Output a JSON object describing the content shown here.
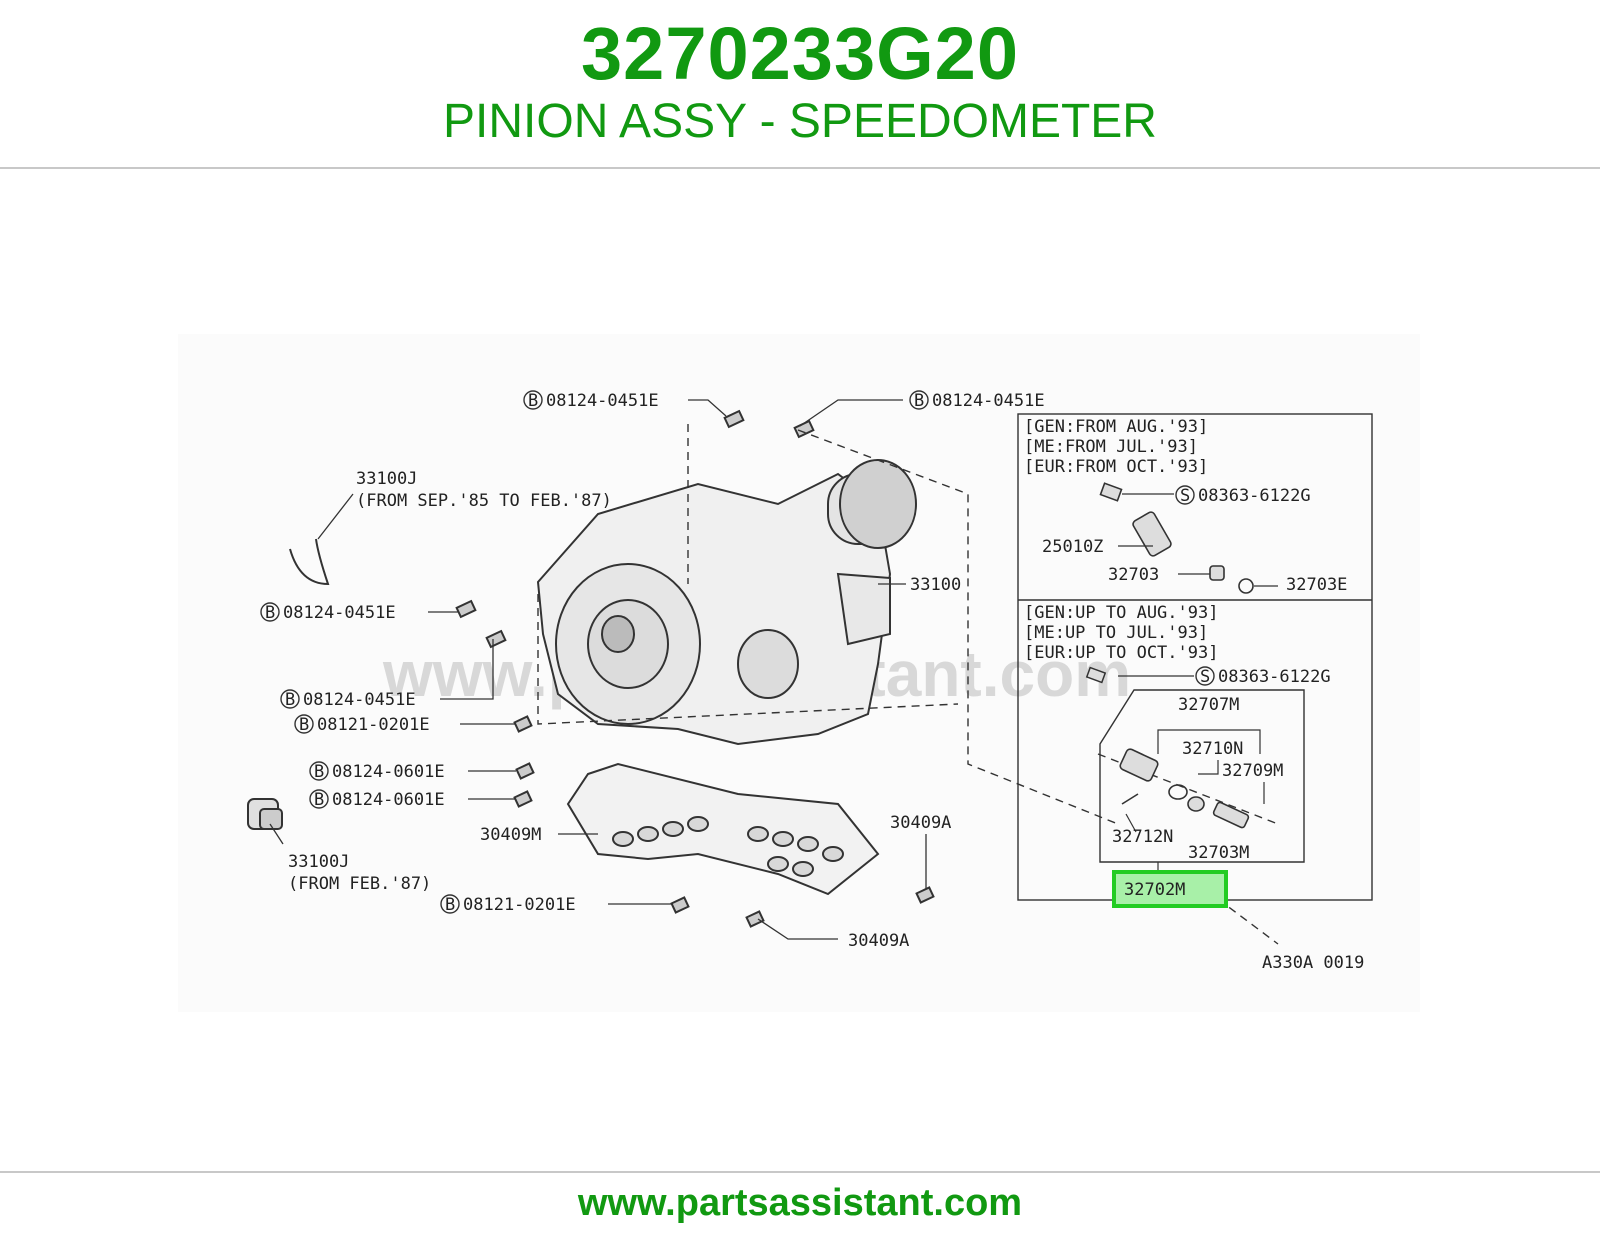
{
  "header": {
    "part_number": "3270233G20",
    "part_name": "PINION ASSY - SPEEDOMETER"
  },
  "diagram": {
    "watermark": "www.partsassistant.com",
    "code": "A330A 0019",
    "highlight_color": "#22cc22",
    "highlighted_callout": "32702M",
    "callouts": {
      "b_0451e_top_left": "08124-0451E",
      "b_0451e_top_right": "08124-0451E",
      "j33100_a": "33100J",
      "j33100_a_note": "(FROM SEP.'85 TO FEB.'87)",
      "b_0451e_left": "08124-0451E",
      "b_0451e_left2": "08124-0451E",
      "b_0201e_mid": "08121-0201E",
      "b_0601e_a": "08124-0601E",
      "b_0601e_b": "08124-0601E",
      "m30409": "30409M",
      "j33100_b": "33100J",
      "j33100_b_note": "(FROM FEB.'87)",
      "b_0201e_bottom": "08121-0201E",
      "a30409_a": "30409A",
      "a30409_b": "30409A",
      "p33100": "33100"
    },
    "box_new": {
      "notes": [
        "[GEN:FROM AUG.'93]",
        "[ME:FROM JUL.'93]",
        "[EUR:FROM OCT.'93]"
      ],
      "s_screw": "08363-6122G",
      "sensor": "25010Z",
      "p32703": "32703",
      "p32703e": "32703E"
    },
    "box_old": {
      "notes": [
        "[GEN:UP TO AUG.'93]",
        "[ME:UP TO JUL.'93]",
        "[EUR:UP TO OCT.'93]"
      ],
      "s_screw": "08363-6122G",
      "p32707m": "32707M",
      "p32710n": "32710N",
      "p32709m": "32709M",
      "p32712n": "32712N",
      "p32703m": "32703M"
    }
  },
  "footer": {
    "url": "www.partsassistant.com"
  }
}
